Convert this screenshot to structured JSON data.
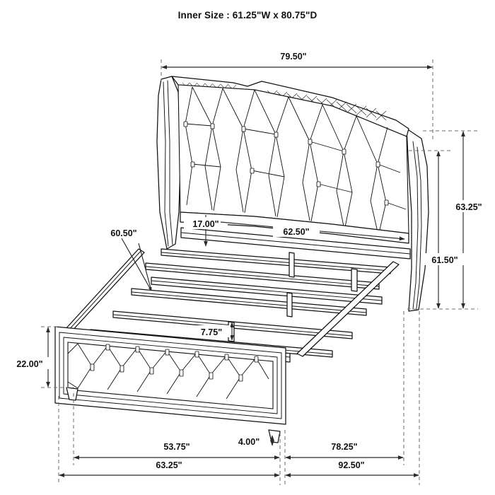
{
  "page": {
    "title": "Inner Size : 61.25\"W x 80.75\"D",
    "product": "upholstered-wingback-bed",
    "units": "inches",
    "line_color": "#2b2b2b",
    "text_color": "#111111",
    "extension_color": "#6f6f6f",
    "background": "#ffffff"
  },
  "dimensions": {
    "overall_width_top": "79.50\"",
    "headboard_height_outer": "63.25\"",
    "headboard_height_inner": "61.50\"",
    "rail_drop": "17.00\"",
    "rail_length_inner": "62.50\"",
    "slat_span": "60.50\"",
    "slat_leg_height": "7.75\"",
    "footboard_height": "22.00\"",
    "footboard_foot_height": "4.00\"",
    "footboard_width": "53.75\"",
    "footboard_width_outer": "63.25\"",
    "side_length_inner": "78.25\"",
    "side_length_outer": "92.50\""
  },
  "labels": [
    {
      "id": "top-width",
      "value": "79.50\"",
      "kind": "horizontal"
    },
    {
      "id": "headboard-outer",
      "value": "63.25\"",
      "kind": "vertical"
    },
    {
      "id": "headboard-inner",
      "value": "61.50\"",
      "kind": "vertical"
    },
    {
      "id": "rail-drop",
      "value": "17.00\"",
      "kind": "vertical"
    },
    {
      "id": "rail-length",
      "value": "62.50\"",
      "kind": "horizontal"
    },
    {
      "id": "slat-span",
      "value": "60.50\"",
      "kind": "leader"
    },
    {
      "id": "slat-leg",
      "value": "7.75\"",
      "kind": "vertical"
    },
    {
      "id": "footboard-height",
      "value": "22.00\"",
      "kind": "vertical"
    },
    {
      "id": "foot-height",
      "value": "4.00\"",
      "kind": "vertical"
    },
    {
      "id": "footboard-width",
      "value": "53.75\"",
      "kind": "horizontal"
    },
    {
      "id": "footboard-width-out",
      "value": "63.25\"",
      "kind": "horizontal"
    },
    {
      "id": "side-inner",
      "value": "78.25\"",
      "kind": "horizontal"
    },
    {
      "id": "side-outer",
      "value": "92.50\"",
      "kind": "horizontal"
    }
  ]
}
